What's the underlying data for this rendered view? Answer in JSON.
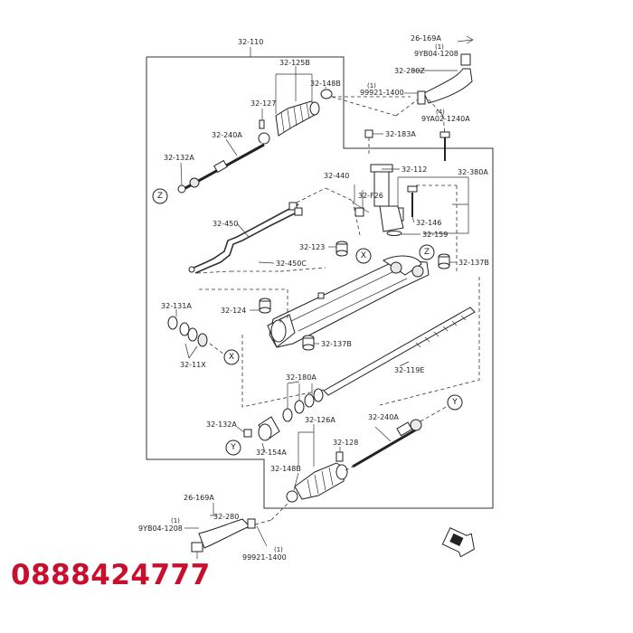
{
  "labels": {
    "l_32_110": "32-110",
    "l_32_125B": "32-125B",
    "l_32_148B_top": "32-148B",
    "l_32_127": "32-127",
    "l_32_240A_top": "32-240A",
    "l_32_132A_top": "32-132A",
    "l_26_169A_top": "26-169A",
    "l_1_a": "(1)",
    "l_9YB04_top": "9YB04-1208",
    "l_32_280Z": "32-280Z",
    "l_1_b": "(1)",
    "l_99921_top": "99921-1400",
    "l_4": "(4)",
    "l_9YA02": "9YA02-1240A",
    "l_32_183A": "32-183A",
    "l_32_440": "32-440",
    "l_32_112": "32-112",
    "l_32_380A": "32-380A",
    "l_32_F26": "32-F26",
    "l_32_146": "32-146",
    "l_32_450": "32-450",
    "l_32_159": "32-159",
    "l_32_123": "32-123",
    "l_32_137B_right": "32-137B",
    "l_32_450C": "32-450C",
    "l_32_131A": "32-131A",
    "l_32_124": "32-124",
    "l_32_137B_mid": "32-137B",
    "l_32_11X": "32-11X",
    "l_32_119E": "32-119E",
    "l_32_180A": "32-180A",
    "l_32_132A_bot": "32-132A",
    "l_32_126A": "32-126A",
    "l_32_240A_bot": "32-240A",
    "l_32_154A": "32-154A",
    "l_32_128": "32-128",
    "l_32_148B_bot": "32-148B",
    "l_26_169A_bot": "26-169A",
    "l_1_c": "(1)",
    "l_9YB04_bot": "9YB04-1208",
    "l_32_280": "32-280",
    "l_1_d": "(1)",
    "l_99921_bot": "99921-1400"
  },
  "markers": {
    "z1": "Z",
    "z2": "Z",
    "x1": "X",
    "x2": "X",
    "y1": "Y",
    "y2": "Y"
  },
  "phone": "0888424777"
}
